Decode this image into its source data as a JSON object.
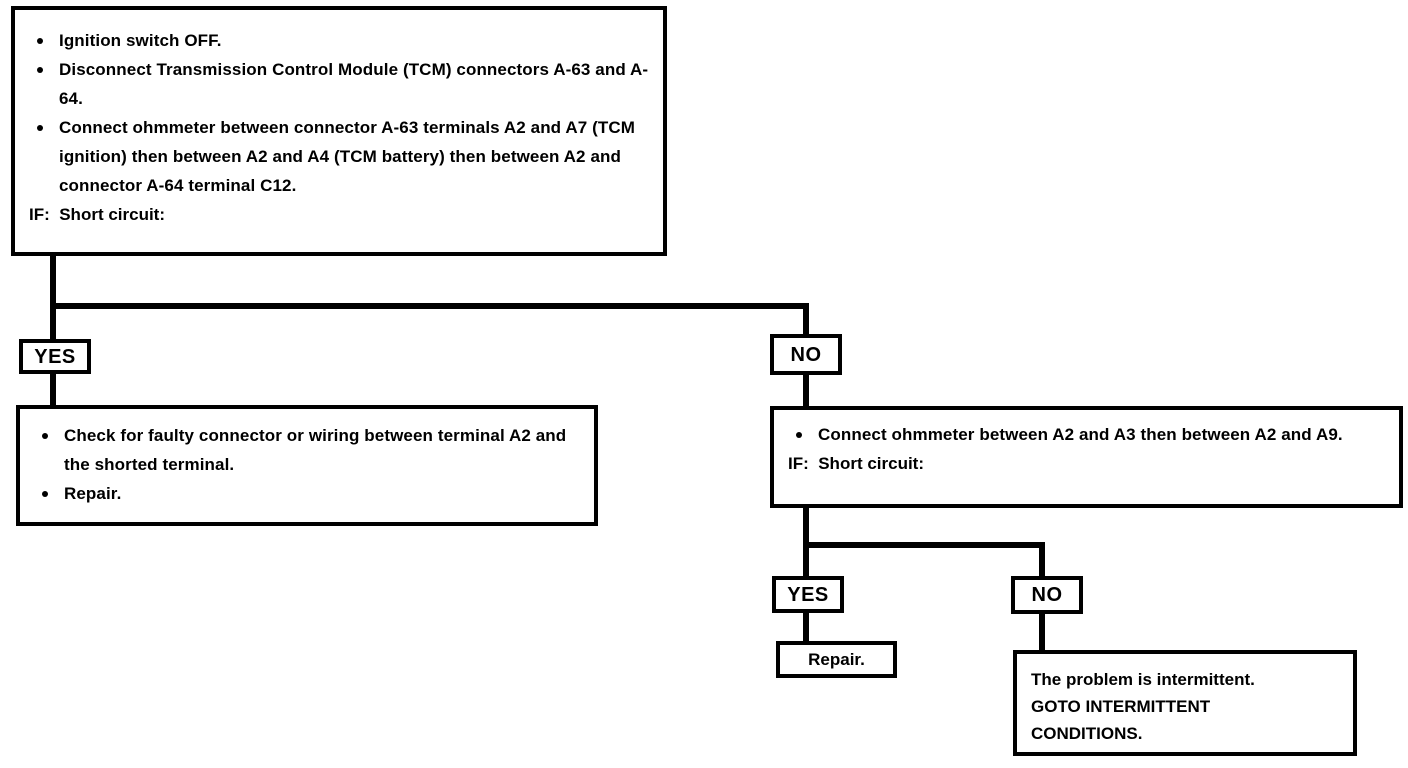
{
  "diagram": {
    "title": "TCM Short Circuit Diagnostic Flowchart",
    "line_color": "#000000",
    "background_color": "#ffffff"
  },
  "top_box": {
    "bullets": [
      "Ignition switch OFF.",
      "Disconnect Transmission Control Module (TCM) connectors A-63 and A-64.",
      "Connect ohmmeter between connector A-63 terminals A2 and A7 (TCM ignition) then between A2 and A4 (TCM battery) then between A2 and connector A-64 terminal C12."
    ],
    "condition": "IF:  Short circuit:"
  },
  "branch1": {
    "yes_label": "YES",
    "no_label": "NO"
  },
  "yes_result_box": {
    "bullets": [
      "Check for faulty connector or wiring between terminal A2 and the shorted terminal.",
      "Repair."
    ]
  },
  "no_result_box": {
    "bullets": [
      "Connect ohmmeter between A2 and A3 then between A2 and A9."
    ],
    "condition": "IF:  Short circuit:"
  },
  "branch2": {
    "yes_label": "YES",
    "no_label": "NO"
  },
  "repair_box": {
    "label": "Repair."
  },
  "intermittent_box": {
    "line1": "The problem is intermittent.",
    "line2_prefix": "GOTO ",
    "line2_bold": "INTERMITTENT",
    "line3_bold": "CONDITIONS."
  }
}
